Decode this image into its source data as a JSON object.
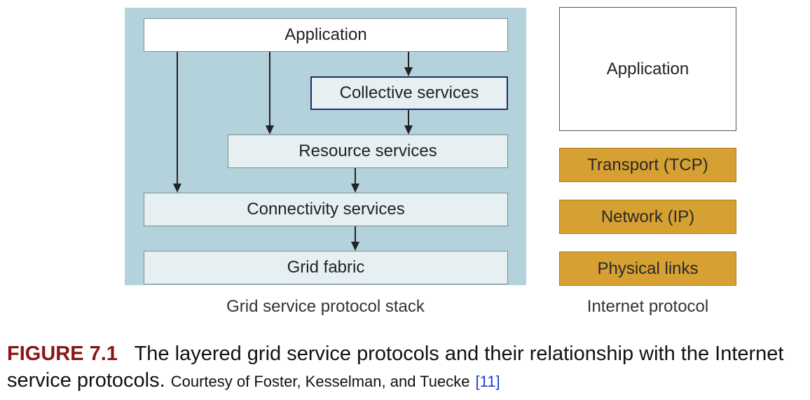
{
  "grid_stack": {
    "application": "Application",
    "collective": "Collective services",
    "resource": "Resource services",
    "connectivity": "Connectivity services",
    "fabric": "Grid fabric",
    "label": "Grid service protocol stack",
    "panel_color": "#b4d2dc"
  },
  "internet_stack": {
    "application": "Application",
    "transport": "Transport (TCP)",
    "network": "Network (IP)",
    "physical": "Physical links",
    "label": "Internet protocol",
    "layer_color": "#d6a032"
  },
  "caption": {
    "figure_label": "FIGURE 7.1",
    "text_main": "The layered grid service protocols and their relationship with the Internet service protocols.",
    "courtesy": "Courtesy of Foster, Kesselman, and Tuecke",
    "reference": "[11]"
  }
}
